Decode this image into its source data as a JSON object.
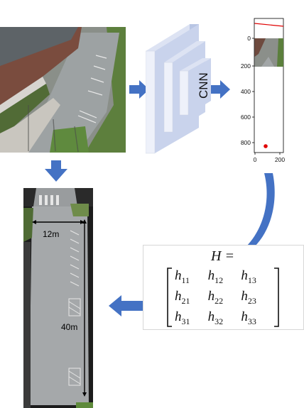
{
  "cnn_block": {
    "label": "CNN"
  },
  "plot": {
    "yticks": [
      "0",
      "200",
      "400",
      "600",
      "800"
    ],
    "xticks": [
      "0",
      "200"
    ],
    "line_color": "#e00000",
    "point_color": "#e00000"
  },
  "topdown": {
    "width_label": "12m",
    "length_label": "40m"
  },
  "matrix": {
    "lhs": "H =",
    "entries": [
      [
        "h",
        "11",
        "h",
        "12",
        "h",
        "13"
      ],
      [
        "h",
        "21",
        "h",
        "22",
        "h",
        "23"
      ],
      [
        "h",
        "31",
        "h",
        "32",
        "h",
        "33"
      ]
    ]
  },
  "colors": {
    "arrow": "#4472c4",
    "cnn_front": "#eef1fa",
    "cnn_side": "#c9d3ec"
  }
}
